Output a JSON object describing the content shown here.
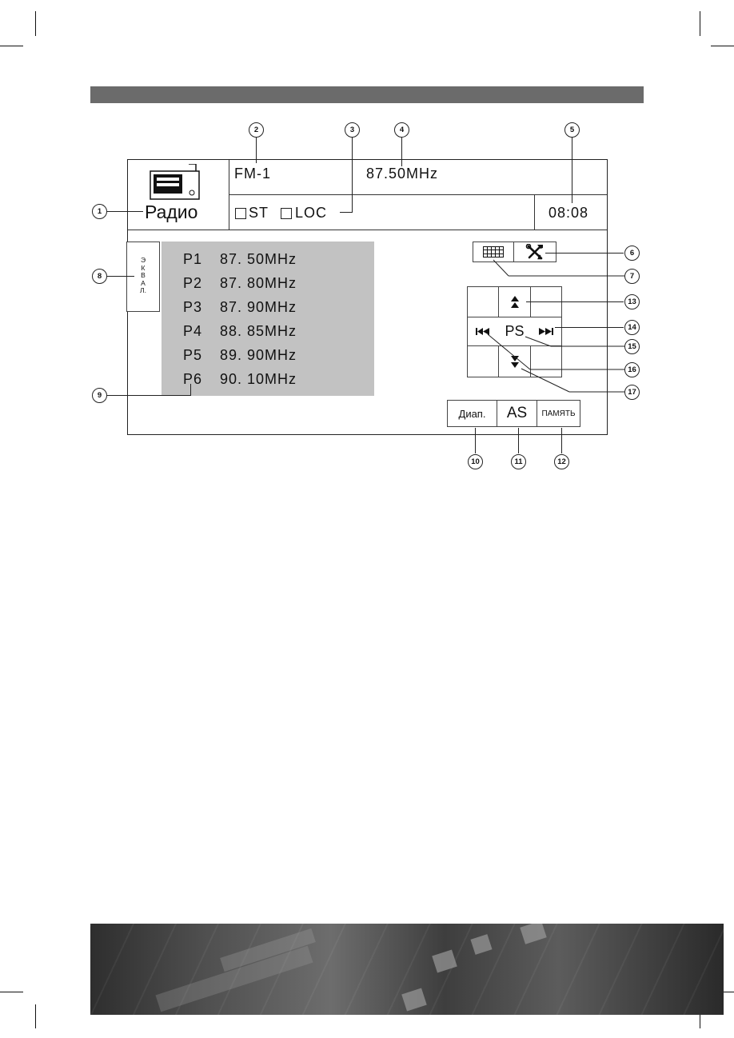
{
  "header": {
    "radio_label": "Радио",
    "band": "FM-1",
    "frequency": "87.50MHz",
    "st_label": "ST",
    "loc_label": "LOC",
    "clock": "08:08"
  },
  "equalizer_button": {
    "letters": [
      "Э",
      "К",
      "В",
      "А",
      "Л."
    ]
  },
  "presets": [
    {
      "num": "P1",
      "freq": "87. 50MHz"
    },
    {
      "num": "P2",
      "freq": "87. 80MHz"
    },
    {
      "num": "P3",
      "freq": "87. 90MHz"
    },
    {
      "num": "P4",
      "freq": "88. 85MHz"
    },
    {
      "num": "P5",
      "freq": "89. 90MHz"
    },
    {
      "num": "P6",
      "freq": "90. 10MHz"
    }
  ],
  "tuning_pad": {
    "ps_label": "PS",
    "icons": {
      "up": "double-up-arrow-icon",
      "down": "double-down-arrow-icon",
      "prev": "skip-back-icon",
      "next": "skip-forward-icon"
    }
  },
  "top_icons": {
    "grid": "keypad-grid-icon",
    "settings": "tools-icon"
  },
  "bottom_buttons": {
    "band": "Диап.",
    "as": "AS",
    "memory": "ПАМЯТЬ"
  },
  "callouts": [
    "1",
    "2",
    "3",
    "4",
    "5",
    "6",
    "7",
    "8",
    "9",
    "10",
    "11",
    "12",
    "13",
    "14",
    "15",
    "16",
    "17"
  ],
  "colors": {
    "preset_panel": "#c2c2c2",
    "top_band": "#6b6b6b"
  }
}
